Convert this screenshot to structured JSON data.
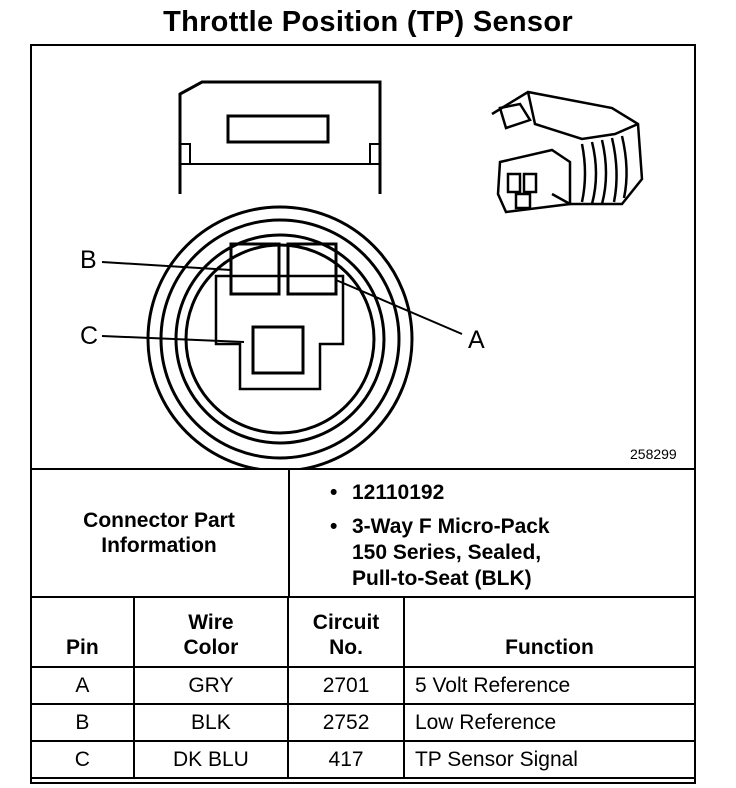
{
  "title": "Throttle Position (TP) Sensor",
  "diagram": {
    "callouts": {
      "a": "A",
      "b": "B",
      "c": "C"
    },
    "figure_id": "258299"
  },
  "connector": {
    "label_line1": "Connector Part",
    "label_line2": "Information",
    "bullet": "•",
    "part_number": "12110192",
    "description_lines": [
      "3-Way F Micro-Pack",
      "150 Series, Sealed,",
      "Pull-to-Seat (BLK)"
    ]
  },
  "table": {
    "headers": {
      "pin": "Pin",
      "wire_color_1": "Wire",
      "wire_color_2": "Color",
      "circuit_1": "Circuit",
      "circuit_2": "No.",
      "function": "Function"
    },
    "rows": [
      {
        "pin": "A",
        "wire_color": "GRY",
        "circuit": "2701",
        "function": "5 Volt Reference"
      },
      {
        "pin": "B",
        "wire_color": "BLK",
        "circuit": "2752",
        "function": "Low Reference"
      },
      {
        "pin": "C",
        "wire_color": "DK BLU",
        "circuit": "417",
        "function": "TP Sensor Signal"
      }
    ]
  }
}
